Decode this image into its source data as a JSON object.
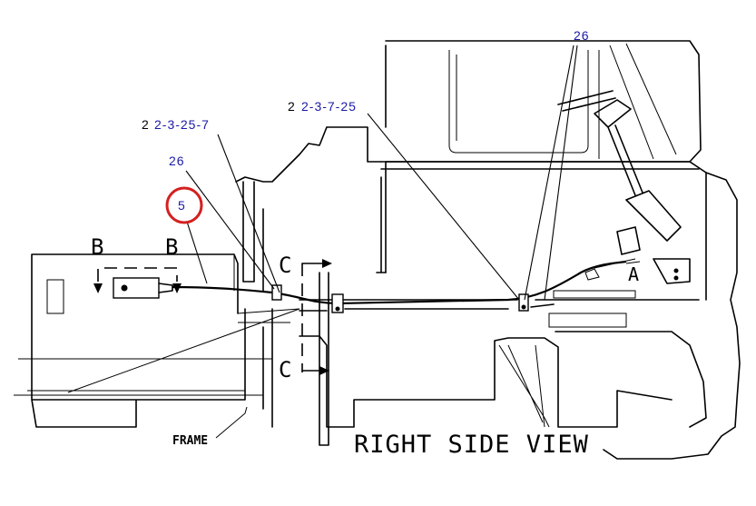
{
  "callouts": {
    "ref_26_top": "26",
    "ref_2_left_qty": "2",
    "ref_2_left_link": "2-3-25-7",
    "ref_2_right_qty": "2",
    "ref_2_right_link": "2-3-7-25",
    "ref_26_left": "26",
    "ref_5": "5"
  },
  "section_labels": {
    "b_left": "B",
    "b_right": "B",
    "c_top": "C",
    "c_bottom": "C",
    "a": "A"
  },
  "labels": {
    "frame": "FRAME",
    "view_title": "RIGHT SIDE VIEW"
  },
  "colors": {
    "link": "#1a1aa6",
    "highlight_circle": "#d42020",
    "ink": "#000000"
  }
}
